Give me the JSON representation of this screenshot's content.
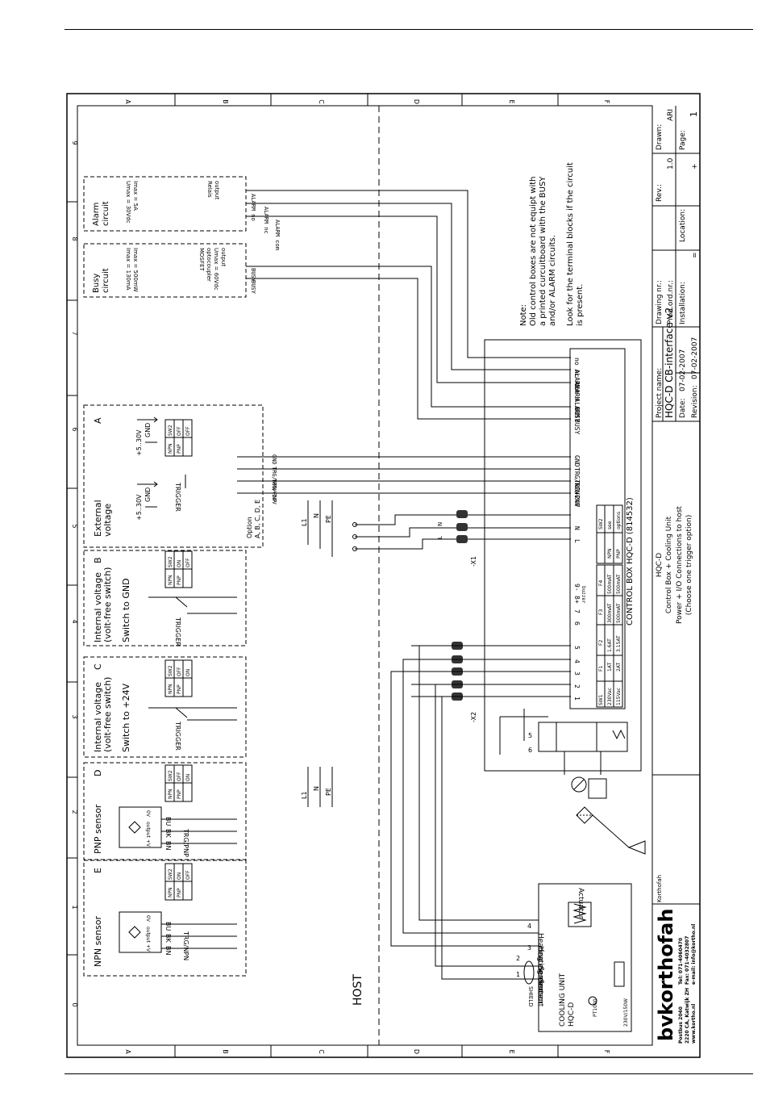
{
  "grid": {
    "rows": [
      "A",
      "B",
      "C",
      "D",
      "E",
      "F"
    ],
    "cols": [
      "0",
      "1",
      "2",
      "3",
      "4",
      "5",
      "6",
      "7",
      "8",
      "9"
    ]
  },
  "title_block": {
    "company": "korthofah",
    "company_prefix": "bv",
    "company_small": "Korthofah",
    "address": [
      "Postbus 2040",
      "2220 CA, Katwijk ZH",
      "www.kortho.nl"
    ],
    "contact": [
      "Tel:  071-4060470",
      "Fax:  071-4032807",
      "e-mail: info@kortho.nl"
    ],
    "description": [
      "HQC-D",
      "Control Box + Cooling Unit",
      "Power + I/O Connections to host",
      "(Choose one trigger option)"
    ],
    "project_name_label": "Project name:",
    "project_name": "HQC-D CB-interface v2",
    "date_label": "Date:",
    "date": "07-02-2007",
    "revision_label": "Revision:",
    "revision": "07-02-2007",
    "drawing_nr_label": "Drawing nr.:",
    "prod_nr_label": "Prod.ord.nr.:",
    "installation_label": "Installation:",
    "installation": "=",
    "location_label": "Location:",
    "location": "+",
    "rev_label": "Rev.:",
    "rev": "1.0",
    "drawn_label": "Drawn:",
    "drawn": "ARI",
    "page_label": "Page:",
    "page": "1"
  },
  "host_label": "HOST",
  "note": [
    "Note:",
    "Old control boxes are not equipt with",
    "a printed curcuitboard with the BUSY",
    "and/or ALARM circuits.",
    "",
    "Look for the terminal blocks if the circuit",
    "is present."
  ],
  "alarm_circuit": {
    "title": [
      "Alarm",
      "circuit"
    ],
    "specs": [
      "Umax = 30Vdc",
      "Imax = 5A"
    ],
    "output": [
      "Relais",
      "output"
    ],
    "lines": [
      "ALARM no",
      "ALARM nc",
      "ALARM com"
    ]
  },
  "busy_circuit": {
    "title": [
      "Busy",
      "circuit"
    ],
    "specs": [
      "Imax = 130mA",
      "Imax = 500mW"
    ],
    "output": [
      "MOSFET",
      "optocoupler",
      "Umax = 60Vdc"
    ],
    "output2": "output",
    "lines": [
      "BUSY",
      "BUSY"
    ]
  },
  "option_a": {
    "letter": "A",
    "title": [
      "External",
      "voltage"
    ],
    "v1": "+5..30V",
    "g1": "GND",
    "v2": "+5..30V",
    "g2": "GND",
    "trigger": "TRIGGER",
    "signals": [
      "+24V",
      "TRG/PNP",
      "TRG/NPN",
      "GND"
    ],
    "option_note": [
      "Option",
      "A, B, C, D, E"
    ]
  },
  "option_b": {
    "letter": "B",
    "title": [
      "Internal voltage",
      "(volt-free switch)"
    ],
    "sub": "Switch to GND",
    "trigger": "TRIGGER"
  },
  "option_c": {
    "letter": "C",
    "title": [
      "Internal voltage",
      "(volt-free switch)"
    ],
    "sub": "Switch to +24V",
    "trigger": "TRIGGER"
  },
  "option_d": {
    "letter": "D",
    "title": "PNP sensor",
    "signal": "TRG/PNP",
    "wires": [
      "BU",
      "BK",
      "BN"
    ]
  },
  "option_e": {
    "letter": "E",
    "title": "NPN sensor",
    "signal": "TRG/NPN",
    "wires": [
      "BU",
      "BK",
      "BN"
    ]
  },
  "sw2_table": {
    "header": [
      "SW2",
      "NPN",
      "PNP"
    ],
    "a": [
      "OFF",
      "OFF"
    ],
    "b": [
      "ON",
      "OFF"
    ],
    "c": [
      "OFF",
      "ON"
    ],
    "d": [
      "OFF",
      "ON"
    ],
    "e": [
      "ON",
      "OFF"
    ]
  },
  "sensor_labels": [
    "0V",
    "output",
    "+V"
  ],
  "power_lines": [
    "L1",
    "N",
    "PE"
  ],
  "connectors": [
    "-X1",
    "-X2"
  ],
  "control_box": {
    "title": "CONTROL BOX HQC-D (814532)",
    "terminals": [
      "no ALARM",
      "nc ALARM",
      "com ALARM",
      "BUSY",
      "BUSY",
      "GND",
      "TRG/NPN",
      "TRG/PNP",
      "+24V"
    ],
    "power": [
      "L",
      "N",
      "PE"
    ],
    "numbered": [
      "1",
      "2",
      "3",
      "4",
      "5",
      "6",
      "7",
      "8+",
      "9-",
      "buzzer"
    ],
    "fuses": [
      "F1",
      "F2",
      "F3",
      "F4"
    ],
    "sw1": [
      "SW1",
      "230Vac",
      "115Vac"
    ],
    "fuse_230": [
      "1AT",
      "1.6AT",
      "300mAT",
      "500mAT"
    ],
    "fuse_115": [
      "2AT",
      "3.15AT",
      "500mAT",
      "500mAT"
    ],
    "sw2": [
      "SW2",
      "see",
      "options"
    ],
    "npn_pnp": [
      "NPN",
      "PNP"
    ]
  },
  "cooling_unit": {
    "title": [
      "COOLING UNIT",
      "HQC-D"
    ],
    "labels": [
      "Actuator",
      "Heating element",
      "Heating element",
      "Sensor",
      "Sensor",
      "SHIELD"
    ],
    "pt": "PT1000",
    "heater": "230V/150W"
  }
}
